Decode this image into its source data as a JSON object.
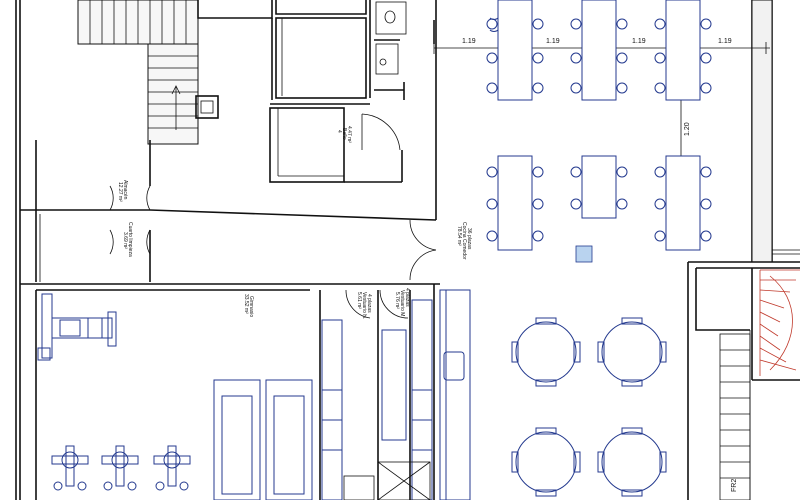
{
  "dimensions": {
    "d1": "1.19",
    "d2": "1.19",
    "d3": "1.19",
    "d4": "1.19",
    "d5": "1.20"
  },
  "rooms": {
    "bano": {
      "num": "4",
      "name": "Baño",
      "area": "4.47 m²"
    },
    "almacen": {
      "name": "Almacén",
      "area": "12.27 m²"
    },
    "cuarto_limpieza": {
      "name": "Cuarto limpieza",
      "area": "3.69 m²"
    },
    "gimnasio": {
      "name": "Gimnasio",
      "area": "33.52 m²"
    },
    "vestuario_h": {
      "level": "4 plazas",
      "name": "Vestuario H.",
      "area": "5.61 m²"
    },
    "vestuario_m": {
      "level": "4 plazas",
      "name": "Vestuario M.",
      "area": "5.76 m²"
    },
    "cocina_comedor": {
      "level": "36 plazas",
      "name": "Cocina Comedor",
      "area": "78.54 m²"
    }
  },
  "labels": {
    "fr": "FR2"
  }
}
